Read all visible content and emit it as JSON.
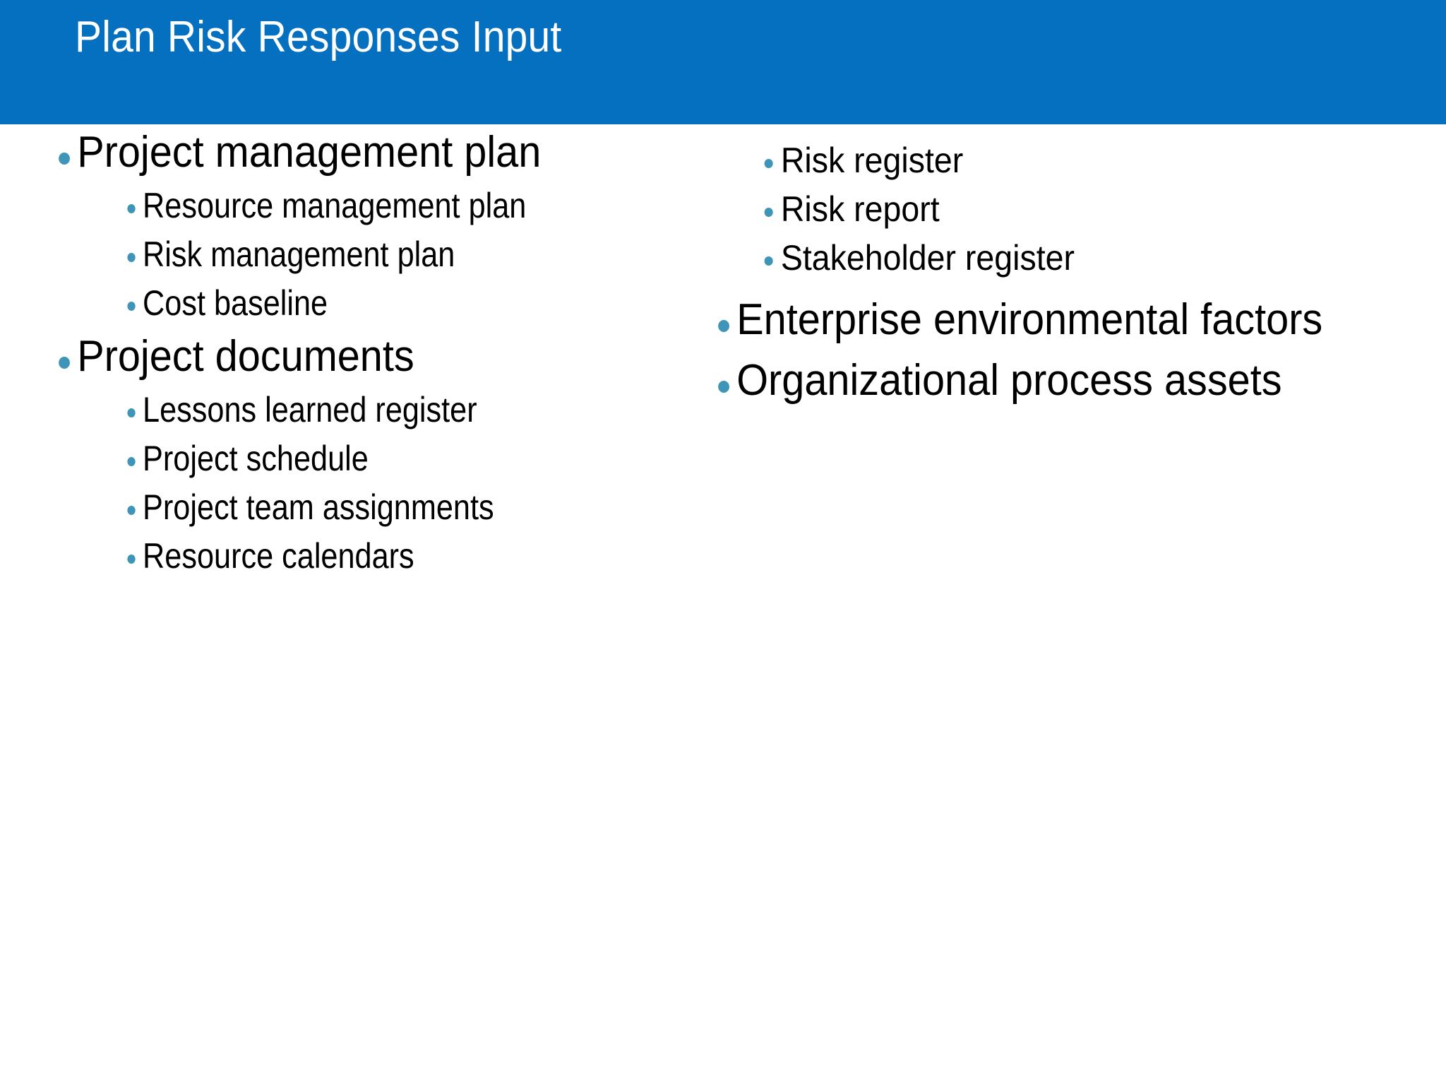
{
  "slide": {
    "title": "Plan Risk Responses Input",
    "title_bar_color": "#0670C0",
    "title_text_color": "#FFFFFF",
    "bullet_color": "#3E95B8",
    "body_text_color": "#000000",
    "background_color": "#FFFFFF"
  },
  "columns": {
    "left": {
      "items": [
        {
          "level": 1,
          "label": "Project management plan",
          "children": [
            {
              "level": 2,
              "label": "Resource management plan"
            },
            {
              "level": 2,
              "label": "Risk management plan"
            },
            {
              "level": 2,
              "label": "Cost baseline"
            }
          ]
        },
        {
          "level": 1,
          "label": "Project documents",
          "children": [
            {
              "level": 2,
              "label": "Lessons learned register"
            },
            {
              "level": 2,
              "label": "Project schedule"
            },
            {
              "level": 2,
              "label": "Project team assignments"
            },
            {
              "level": 2,
              "label": "Resource calendars"
            }
          ]
        }
      ]
    },
    "right": {
      "continued_sub_items": [
        {
          "level": 2,
          "label": "Risk register"
        },
        {
          "level": 2,
          "label": "Risk report"
        },
        {
          "level": 2,
          "label": "Stakeholder register"
        }
      ],
      "items": [
        {
          "level": 1,
          "label": "Enterprise environmental factors"
        },
        {
          "level": 1,
          "label": "Organizational process assets"
        }
      ]
    }
  }
}
